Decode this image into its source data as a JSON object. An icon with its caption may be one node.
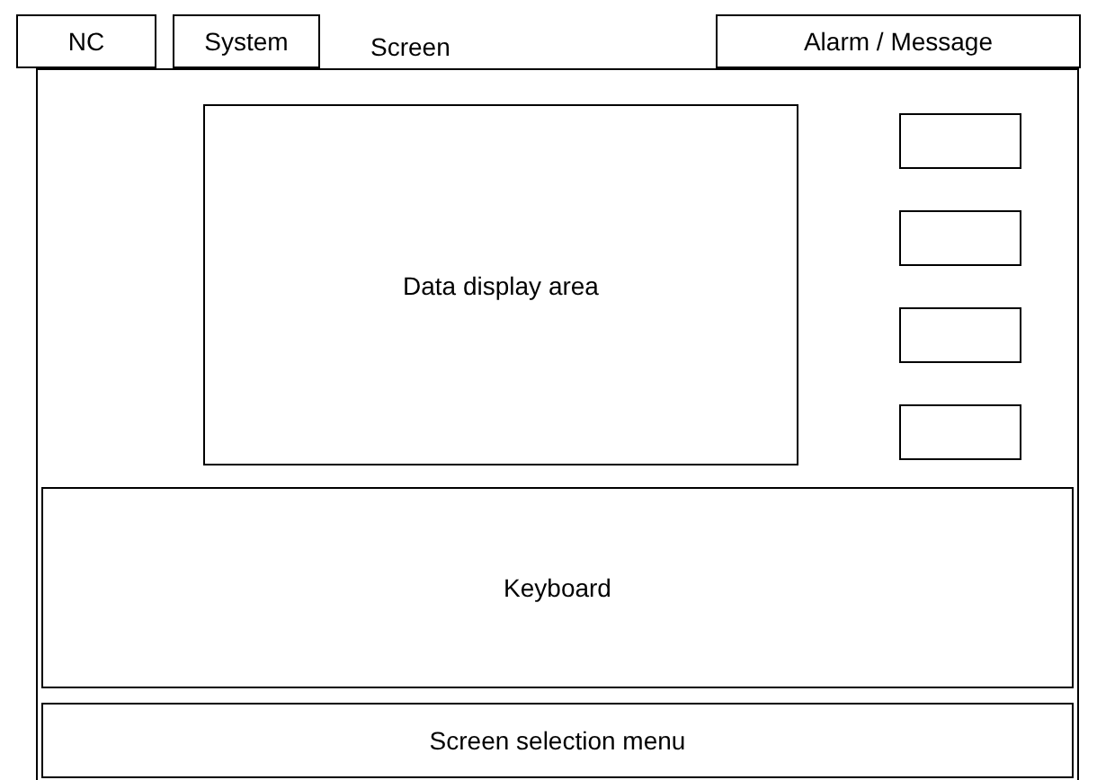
{
  "diagram": {
    "nodes": [
      {
        "text": [
          "NC"
        ]
      },
      {
        "text": [
          "System"
        ]
      },
      {
        "text": [
          "Screen"
        ]
      },
      {
        "text": [
          "Alarm / Message"
        ]
      },
      {
        "text": [
          "Data display area"
        ],
        "in": 2
      },
      {
        "text": [],
        "shape": "box",
        "in": 2
      },
      {
        "text": [],
        "shape": "box",
        "in": 2
      },
      {
        "text": [],
        "shape": "box",
        "in": 2
      },
      {
        "text": [],
        "shape": "box",
        "in": 2
      },
      {
        "text": [
          "Keyboard"
        ],
        "in": 2
      },
      {
        "text": [
          "Screen selection menu"
        ],
        "in": 2
      }
    ],
    "edges": []
  }
}
